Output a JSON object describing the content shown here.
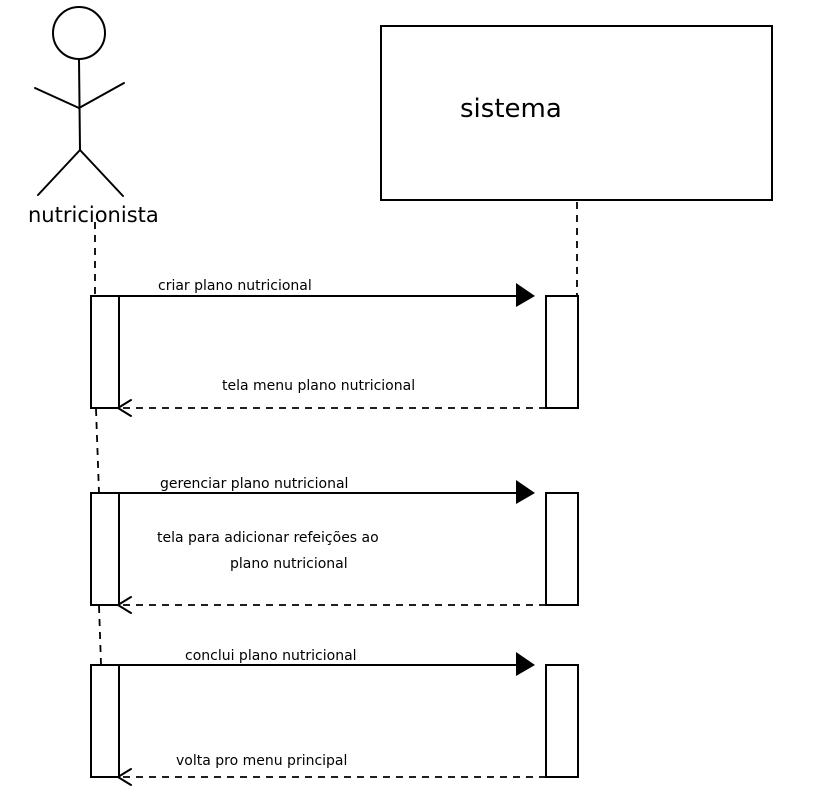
{
  "actor": {
    "name": "nutricionista"
  },
  "system": {
    "name": "sistema"
  },
  "interactions": [
    {
      "request": "criar plano nutricional",
      "response": [
        "tela menu plano nutricional"
      ]
    },
    {
      "request": "gerenciar plano nutricional",
      "response": [
        "tela para adicionar refeições ao",
        "plano nutricional"
      ]
    },
    {
      "request": "conclui plano nutricional",
      "response": [
        "volta pro menu principal"
      ]
    }
  ]
}
